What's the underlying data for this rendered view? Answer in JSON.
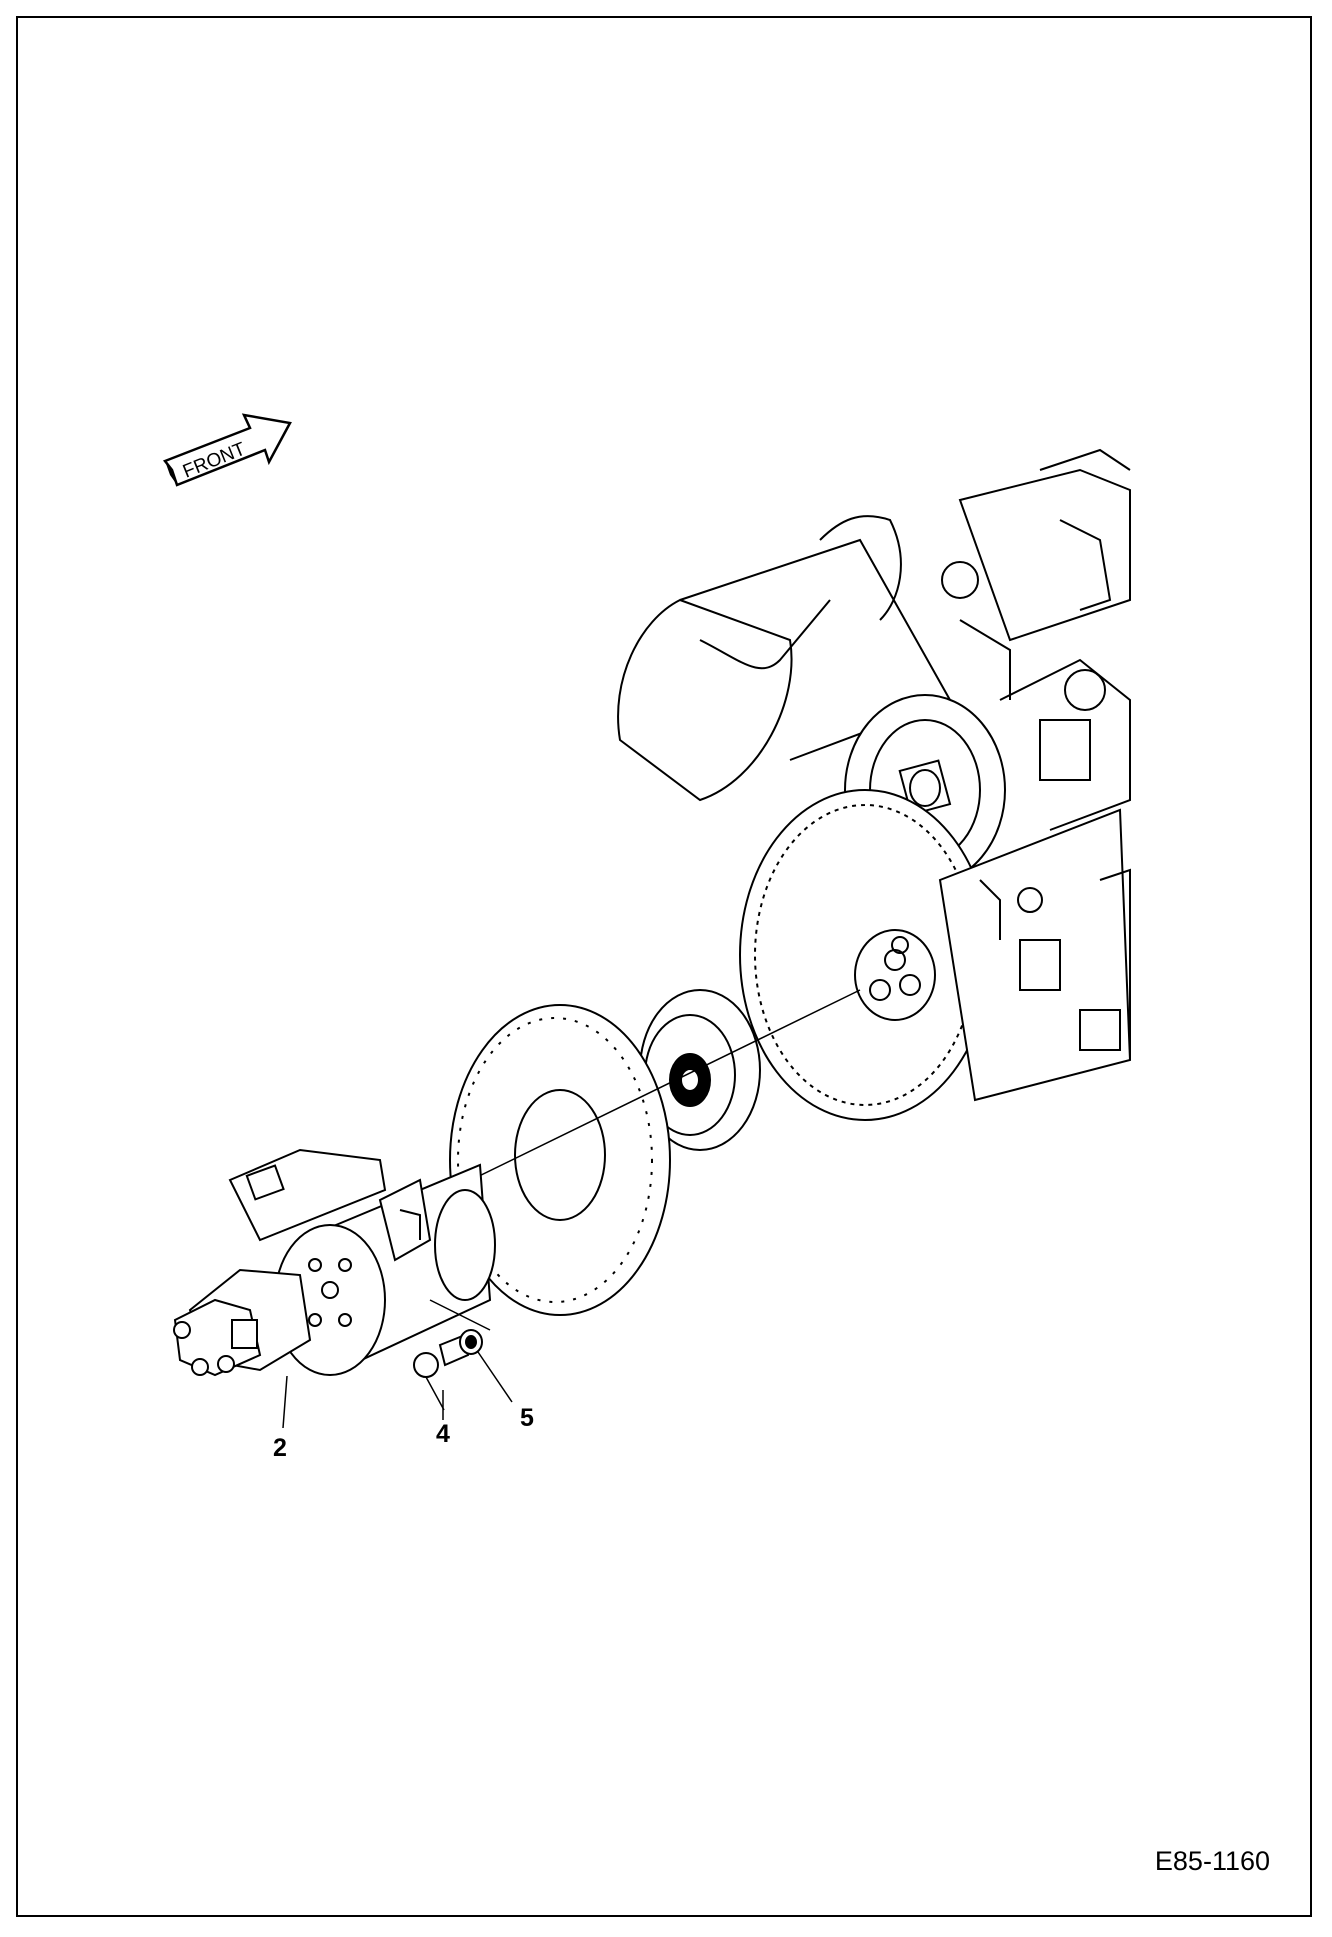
{
  "figure": {
    "code": "E85-1160",
    "front_arrow_label": "FRONT",
    "callouts": {
      "c2": "2",
      "c4": "4",
      "c5": "5"
    }
  }
}
